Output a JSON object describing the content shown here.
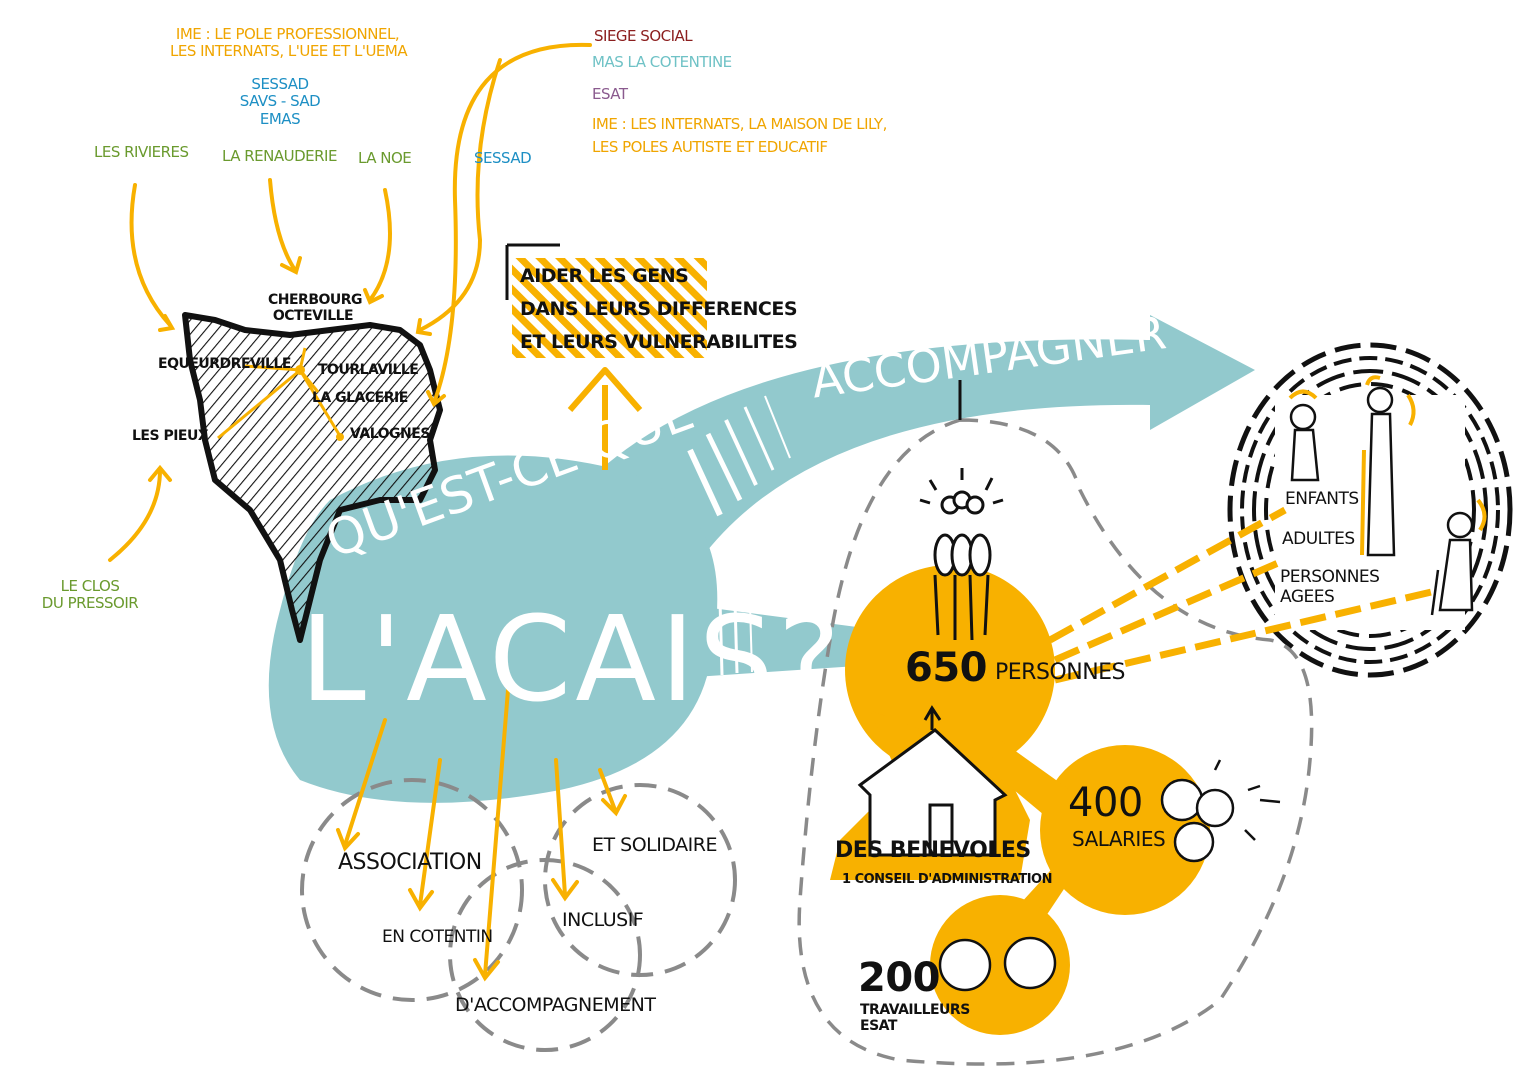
{
  "colors": {
    "teal": "#92c9cd",
    "orange": "#f8b100",
    "green": "#6a9a2e",
    "blue": "#1d8fc4",
    "dark_red": "#8b1e1e",
    "purple": "#8a5a8e",
    "ink": "#111111",
    "dashed": "#8a8a8a"
  },
  "top_labels": {
    "ime_pole_line1": "IME : LE POLE PROFESSIONNEL,",
    "ime_pole_line2": "LES INTERNATS, L'UEE ET L'UEMA",
    "sessad_1": "SESSAD",
    "savs_sad": "SAVS - SAD",
    "emas": "EMAS",
    "la_renauderie": "LA RENAUDERIE",
    "les_rivieres": "LES RIVIERES",
    "la_noe": "LA NOE",
    "sessad_2": "SESSAD",
    "siege_social": "SIEGE SOCIAL",
    "mas_la_cotentine": "MAS LA COTENTINE",
    "esat": "ESAT",
    "ime_internats_line1": "IME : LES INTERNATS, LA MAISON DE LILY,",
    "ime_internats_line2": "LES POLES AUTISTE ET EDUCATIF",
    "le_clos_line1": "LE CLOS",
    "le_clos_line2": "DU PRESSOIR"
  },
  "map_towns": {
    "cherbourg_line1": "CHERBOURG",
    "cherbourg_line2": "OCTEVILLE",
    "equeurdreville": "EQUEURDREVILLE",
    "tourlaville": "TOURLAVILLE",
    "la_glacerie": "LA GLACERIE",
    "valognes": "VALOGNES",
    "les_pieux": "LES PIEUX"
  },
  "mission": {
    "line1": "AIDER LES GENS",
    "line2": "DANS LEURS DIFFERENCES",
    "line3": "ET LEURS VULNERABILITES"
  },
  "central": {
    "line1": "QU'EST-CE QUE",
    "line2": "L'ACAIS?"
  },
  "arrow_label": "ACCOMPAGNER",
  "qualities": {
    "association": "ASSOCIATION",
    "en_cotentin": "EN COTENTIN",
    "accompagnement": "D'ACCOMPAGNEMENT",
    "et_solidaire": "ET SOLIDAIRE",
    "inclusif": "INCLUSIF"
  },
  "stats": {
    "personnes_number": "650",
    "personnes_label": "PERSONNES",
    "benevoles": "DES BENEVOLES",
    "conseil": "1 CONSEIL D'ADMINISTRATION",
    "salaries_number": "400",
    "salaries_label": "SALARIES",
    "travailleurs_number": "200",
    "travailleurs_line1": "TRAVAILLEURS",
    "travailleurs_line2": "ESAT"
  },
  "beneficiaries": {
    "enfants": "ENFANTS",
    "adultes": "ADULTES",
    "personnes_line1": "PERSONNES",
    "personnes_line2": "AGEES"
  }
}
